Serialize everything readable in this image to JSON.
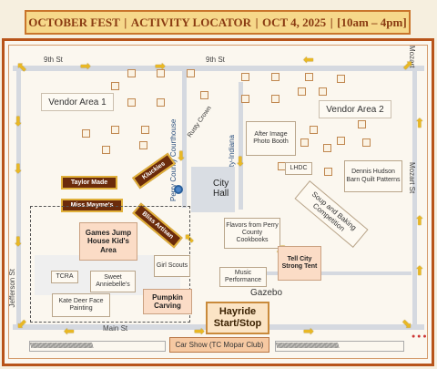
{
  "header": {
    "event": "OCTOBER FEST",
    "title": "ACTIVITY LOCATOR",
    "date": "OCT 4, 2025",
    "hours": "[10am – 4pm]",
    "separator": "|"
  },
  "streets": {
    "ninth_left": "9th St",
    "ninth_right": "9th St",
    "main": "Main St",
    "jefferson": "Jefferson St",
    "mozart_right": "Mozart St",
    "mozart_top": "Mozart"
  },
  "areas": {
    "vendor1": "Vendor Area 1",
    "vendor2": "Vendor Area 2",
    "city_hall": "City Hall",
    "courthouse": "Perry County Courthouse",
    "tell_city": "Tell City-Indiana",
    "gazebo": "Gazebo"
  },
  "booths": {
    "rusty_crown": "Rusty Crown",
    "after_image": "After Image Photo Booth",
    "lhdc": "LHDC",
    "dennis": "Dennis Hudson Barn Quilt Patterns",
    "soup": "Soup and Baking Competition",
    "flavors": "Flavors from Perry County Cookbooks",
    "tell_city_tent": "Tell City Strong Tent",
    "music": "Music Performance",
    "kluckies": "Kluckies",
    "taylor_made": "Taylor Made",
    "miss_maymes": "Miss Mayme's",
    "bliss": "Bliss Artisan",
    "games": "Games Jump House Kid's Area",
    "girl_scouts": "Girl Scouts",
    "tcra": "TCRA",
    "sweet_annie": "Sweet Anniebelle's",
    "pumpkin": "Pumpkin Carving",
    "kate_deer": "Kate Deer Face Painting",
    "hayride": "Hayride Start/Stop",
    "car_show": "Car Show (TC Mopar Club)"
  },
  "colors": {
    "frame": "#b8541a",
    "header_bg": "#f6d88a",
    "dark_booth": "#6b2b0b",
    "arrow": "#e9b824",
    "highlight": "#fbdcc6"
  },
  "icons": {
    "pin": "map-pin-icon",
    "arrow": "direction-arrow-icon"
  }
}
